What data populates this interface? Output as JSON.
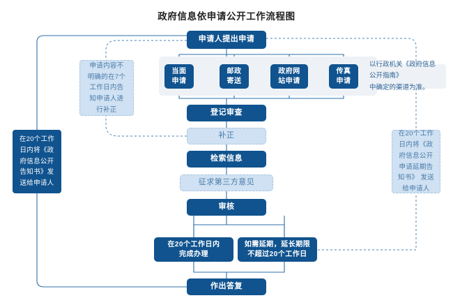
{
  "title": "政府信息依申请公开工作流程图",
  "colors": {
    "primary_dark_blue": "#10538f",
    "light_blue_fill": "#cfe1f2",
    "light_blue_text": "#4879a9",
    "band_gray": "#eef2f6",
    "connector": "#2f6fa8",
    "title_text": "#222222"
  },
  "flow": {
    "start": {
      "label": "申请人提出申请"
    },
    "channels": [
      {
        "label": "当面\n申请"
      },
      {
        "label": "邮政\n寄送"
      },
      {
        "label": "政府网\n站申请"
      },
      {
        "label": "传真\n申请"
      }
    ],
    "channel_note": "以行政机关《政府信息公开指南》\n中确定的渠道为准。",
    "steps": [
      {
        "label": "登记审查",
        "style": "dark"
      },
      {
        "label": "补正",
        "style": "light"
      },
      {
        "label": "检索信息",
        "style": "dark"
      },
      {
        "label": "征求第三方意见",
        "style": "light"
      },
      {
        "label": "审核",
        "style": "dark"
      }
    ],
    "branches": [
      {
        "label": "在20个工作日内\n完成办理"
      },
      {
        "label": "如需延期，延长期限\n不超过20个工作日"
      }
    ],
    "end": {
      "label": "作出答复"
    }
  },
  "notes": {
    "correction": "申请内容不\n明确的在7个\n工作日内告\n知申请人进\n行补正",
    "left_notice": "在20个工作\n日内将《政\n府信息公开\n告知书》发\n送给申请人",
    "right_notice": "在20个工作\n日内将《政\n府信息公开\n申请延期告\n知书》 发送\n给申请人"
  }
}
